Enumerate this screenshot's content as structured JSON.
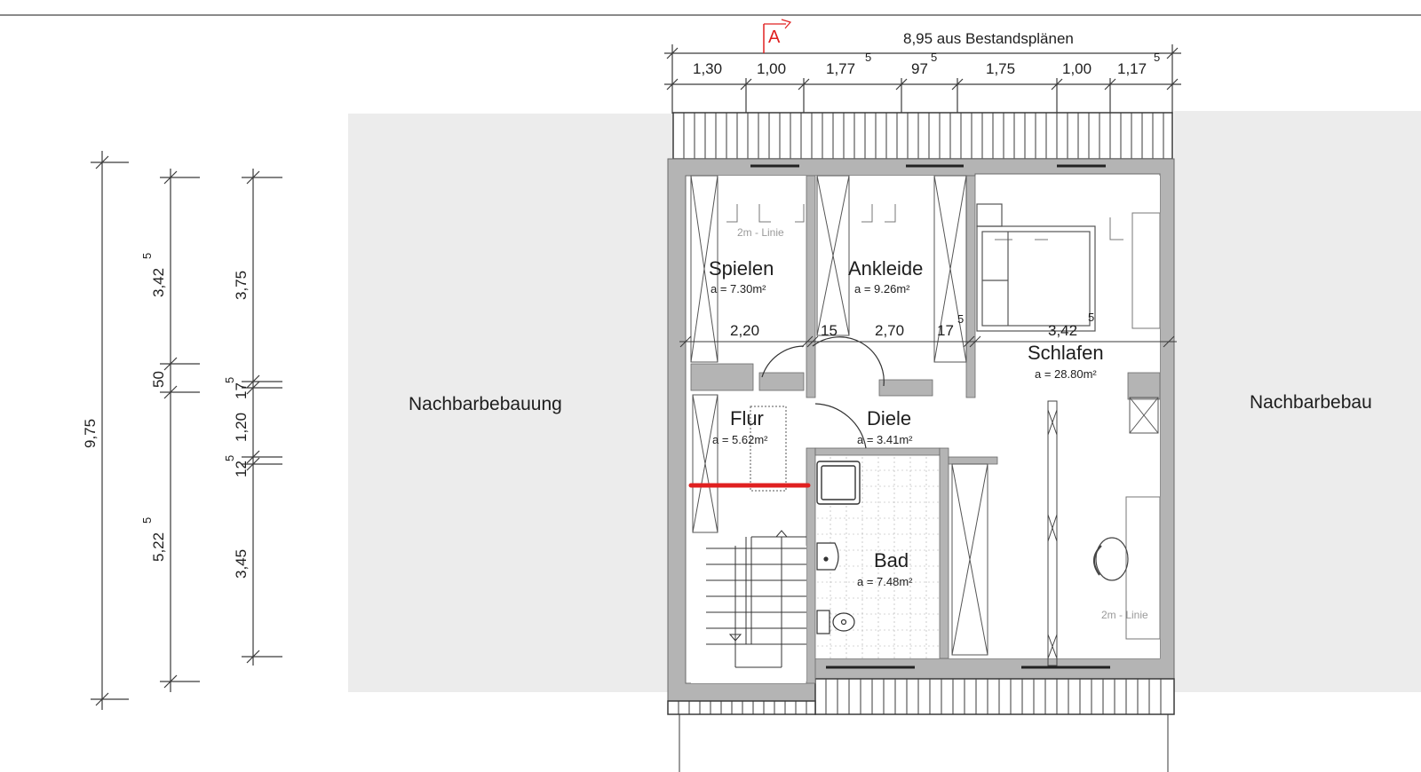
{
  "section_marker": "A",
  "top_dimensions": {
    "total": "8,95 aus Bestandsplänen",
    "segments": [
      {
        "value": "1,30",
        "sup": ""
      },
      {
        "value": "1,00",
        "sup": ""
      },
      {
        "value": "1,77",
        "sup": "5"
      },
      {
        "value": "97",
        "sup": "5"
      },
      {
        "value": "1,75",
        "sup": ""
      },
      {
        "value": "1,00",
        "sup": ""
      },
      {
        "value": "1,17",
        "sup": "5"
      }
    ]
  },
  "left_dimensions": {
    "total": "9,75",
    "middle_chain": [
      {
        "value": "3,42",
        "sup": "5"
      },
      {
        "value": "50",
        "sup": ""
      },
      {
        "value": "5,22",
        "sup": "5"
      }
    ],
    "right_chain": [
      {
        "value": "3,75",
        "sup": ""
      },
      {
        "value": "17",
        "sup": "5"
      },
      {
        "value": "1,20",
        "sup": ""
      },
      {
        "value": "12",
        "sup": "5"
      },
      {
        "value": "3,45",
        "sup": ""
      }
    ]
  },
  "neighbors": {
    "left": "Nachbarbebauung",
    "right": "Nachbarbebau"
  },
  "rooms": [
    {
      "name": "Spielen",
      "area": "a = 7.30m²"
    },
    {
      "name": "Ankleide",
      "area": "a = 9.26m²"
    },
    {
      "name": "Schlafen",
      "area": "a = 28.80m²"
    },
    {
      "name": "Flur",
      "area": "a = 5.62m²"
    },
    {
      "name": "Diele",
      "area": "a = 3.41m²"
    },
    {
      "name": "Bad",
      "area": "a = 7.48m²"
    }
  ],
  "inner_dimensions": {
    "d1": "2,20",
    "d2": "15",
    "d3": "2,70",
    "d4": "17",
    "d4_sup": "5",
    "d5": "3,42",
    "d5_sup": "5"
  },
  "annotations": {
    "two_m_line_1": "2m - Linie",
    "two_m_line_2": "2m - Linie"
  },
  "colors": {
    "wall": "#b4b4b4",
    "neighbor_fill": "#ececec",
    "highlight_line": "#e02020",
    "line": "#3a3a3a"
  }
}
